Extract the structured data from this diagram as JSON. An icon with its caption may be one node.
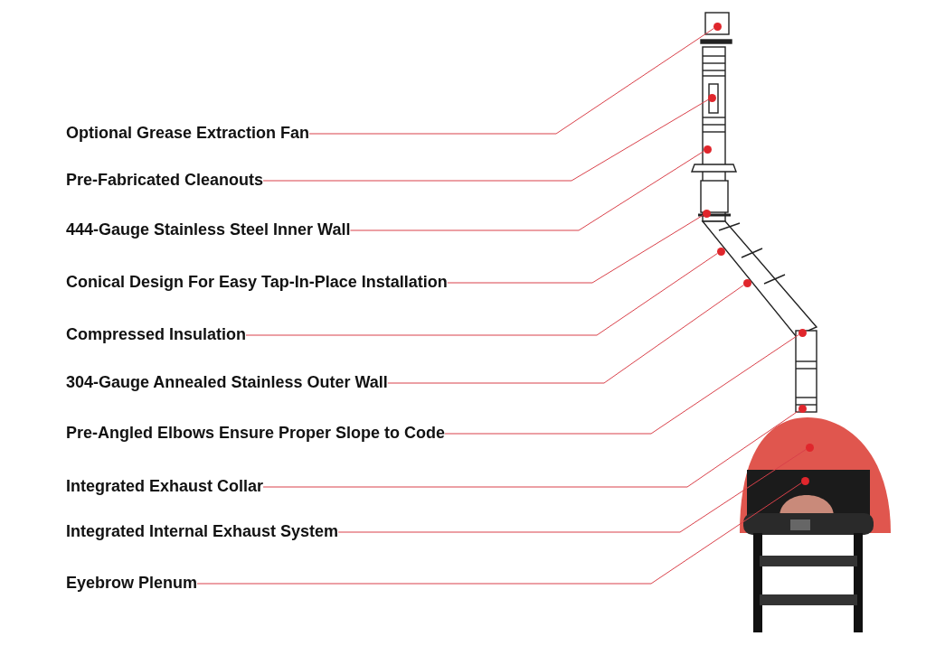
{
  "diagram": {
    "nodes": [
      {
        "text": [
          "Optional Grease Extraction Fan"
        ]
      },
      {
        "text": [
          "Pre-Fabricated Cleanouts"
        ]
      },
      {
        "text": [
          "444-Gauge Stainless Steel Inner Wall"
        ]
      },
      {
        "text": [
          "Conical Design For Easy Tap-In-Place Installation"
        ]
      },
      {
        "text": [
          "Compressed Insulation"
        ]
      },
      {
        "text": [
          "304-Gauge Annealed Stainless Outer Wall"
        ]
      },
      {
        "text": [
          "Pre-Angled Elbows Ensure Proper Slope to Code"
        ]
      },
      {
        "text": [
          "Integrated Exhaust Collar"
        ]
      },
      {
        "text": [
          "Integrated Internal Exhaust System"
        ]
      },
      {
        "text": [
          "Eyebrow Plenum"
        ]
      },
      {
        "text": [],
        "shape": "circle"
      },
      {
        "text": [],
        "shape": "circle"
      },
      {
        "text": [],
        "shape": "circle"
      },
      {
        "text": [],
        "shape": "circle"
      },
      {
        "text": [],
        "shape": "circle"
      },
      {
        "text": [],
        "shape": "circle"
      },
      {
        "text": [],
        "shape": "circle"
      },
      {
        "text": [],
        "shape": "circle"
      },
      {
        "text": [],
        "shape": "circle"
      },
      {
        "text": [],
        "shape": "circle"
      }
    ],
    "edges": [
      {
        "from": 0,
        "to": 10,
        "arrow": "none"
      },
      {
        "from": 1,
        "to": 11,
        "arrow": "none"
      },
      {
        "from": 2,
        "to": 12,
        "arrow": "none"
      },
      {
        "from": 3,
        "to": 13,
        "arrow": "none"
      },
      {
        "from": 4,
        "to": 14,
        "arrow": "none"
      },
      {
        "from": 5,
        "to": 15,
        "arrow": "none"
      },
      {
        "from": 6,
        "to": 16,
        "arrow": "none"
      },
      {
        "from": 7,
        "to": 17,
        "arrow": "none"
      },
      {
        "from": 8,
        "to": 18,
        "arrow": "none"
      },
      {
        "from": 9,
        "to": 19,
        "arrow": "none"
      }
    ]
  }
}
